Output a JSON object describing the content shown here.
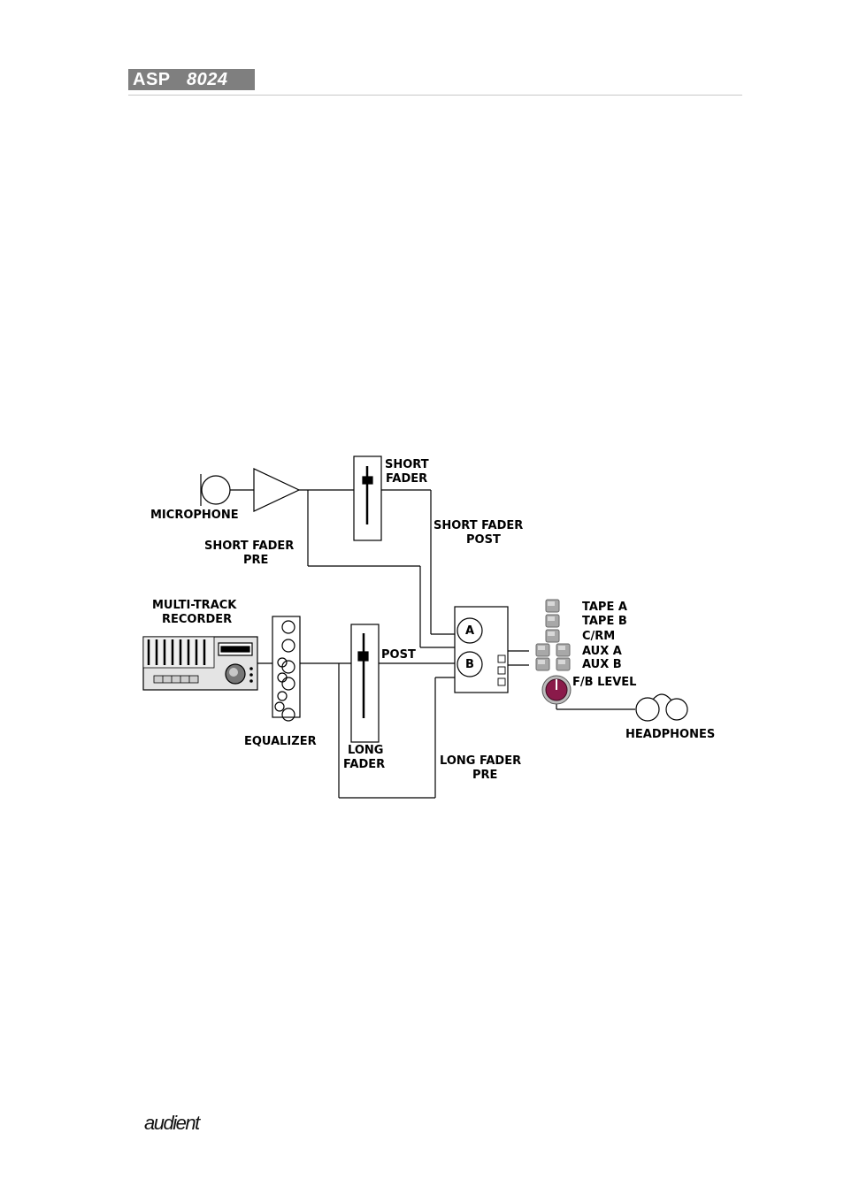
{
  "header": {
    "model_prefix": "ASP",
    "model_number": "8024"
  },
  "footer": {
    "logo_text": "audient"
  },
  "diagram": {
    "labels": {
      "microphone": "MICROPHONE",
      "short_fader_line1": "SHORT",
      "short_fader_line2": "FADER",
      "short_fader_post_line1": "SHORT FADER",
      "short_fader_post_line2": "POST",
      "short_fader_pre_line1": "SHORT FADER",
      "short_fader_pre_line2": "PRE",
      "recorder_line1": "MULTI-TRACK",
      "recorder_line2": "RECORDER",
      "equalizer": "EQUALIZER",
      "long_fader_line1": "LONG",
      "long_fader_line2": "FADER",
      "post": "POST",
      "long_fader_pre_line1": "LONG FADER",
      "long_fader_pre_line2": "PRE",
      "switch_a": "A",
      "switch_b": "B",
      "tape_a": "TAPE A",
      "tape_b": "TAPE B",
      "c_rm": "C/RM",
      "aux_a": "AUX A",
      "aux_b": "AUX B",
      "fb_level": "F/B LEVEL",
      "headphones": "HEADPHONES"
    },
    "colors": {
      "knob": "#8a1a4a",
      "button_face": "#a8a8a8",
      "line": "#000000"
    }
  }
}
